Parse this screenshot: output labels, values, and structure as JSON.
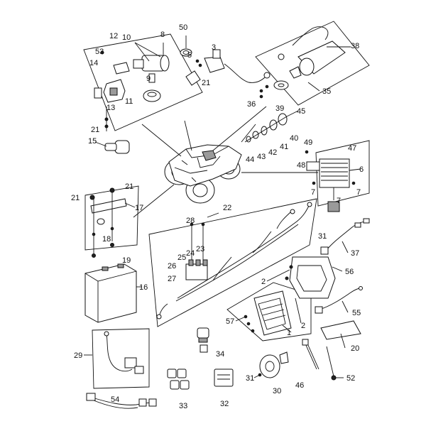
{
  "diagram": {
    "callouts": [
      "1",
      "2",
      "2",
      "3",
      "5",
      "6",
      "7",
      "7",
      "7",
      "8",
      "9",
      "10",
      "11",
      "12",
      "13",
      "14",
      "15",
      "16",
      "17",
      "18",
      "19",
      "20",
      "21",
      "21",
      "21",
      "21",
      "22",
      "23",
      "24",
      "25",
      "26",
      "27",
      "28",
      "29",
      "30",
      "31",
      "31",
      "32",
      "33",
      "34",
      "35",
      "36",
      "37",
      "38",
      "39",
      "40",
      "41",
      "42",
      "43",
      "44",
      "45",
      "46",
      "47",
      "48",
      "49",
      "50",
      "52",
      "53",
      "54",
      "55",
      "56",
      "57"
    ]
  }
}
